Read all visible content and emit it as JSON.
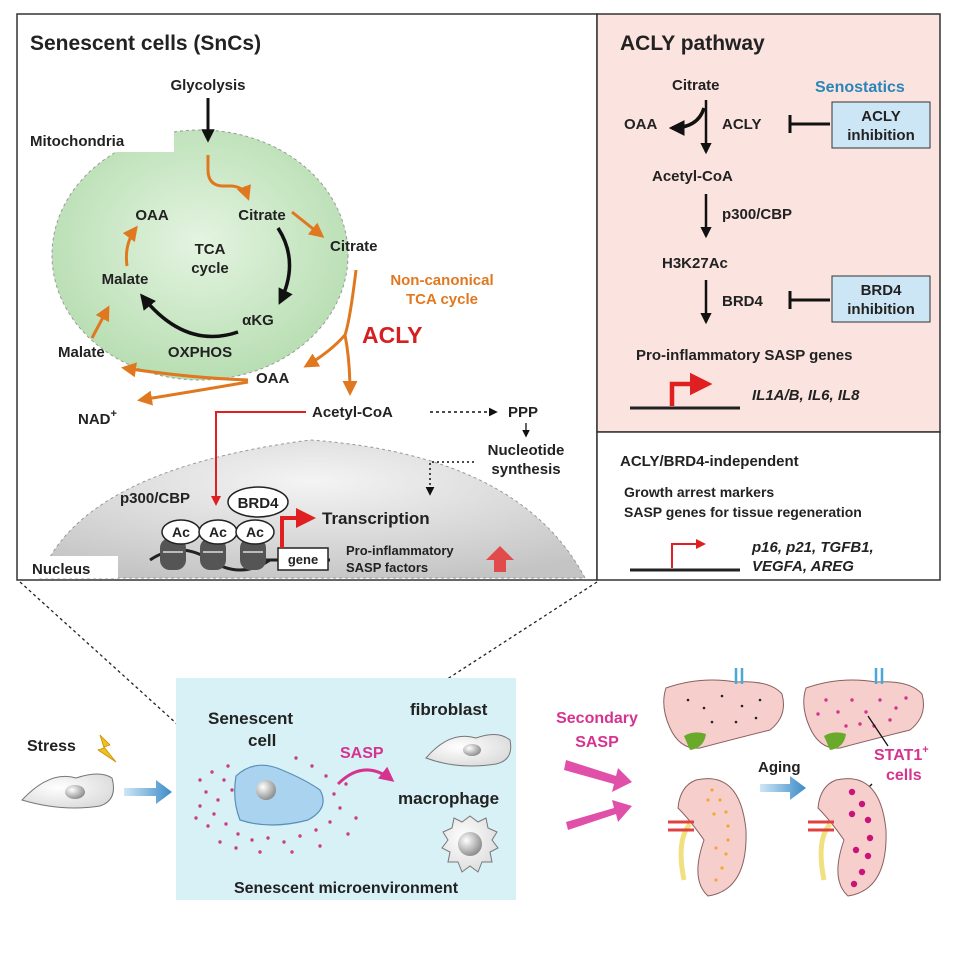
{
  "left_panel": {
    "title": "Senescent cells (SnCs)",
    "glycolysis": "Glycolysis",
    "mitochondria": "Mitochondria",
    "oaa_in": "OAA",
    "citrate_in": "Citrate",
    "tca": [
      "TCA",
      "cycle"
    ],
    "malate_in": "Malate",
    "akg": "αKG",
    "oxphos": "OXPHOS",
    "citrate_out": "Citrate",
    "noncanonical": [
      "Non-canonical",
      "TCA cycle"
    ],
    "acly": "ACLY",
    "malate_out": "Malate",
    "oaa_out": "OAA",
    "nad": "NAD",
    "nad_sup": "+",
    "acetyl_coa": "Acetyl-CoA",
    "ppp": "PPP",
    "nucleotide": [
      "Nucleotide",
      "synthesis"
    ],
    "p300": "p300/CBP",
    "brd4": "BRD4",
    "ac": "Ac",
    "transcription": "Transcription",
    "gene": "gene",
    "sasp_factors": [
      "Pro-inflammatory",
      "SASP factors"
    ],
    "nucleus": "Nucleus"
  },
  "acly_panel": {
    "title": "ACLY pathway",
    "citrate": "Citrate",
    "senostatics": "Senostatics",
    "oaa": "OAA",
    "acly": "ACLY",
    "acly_inhibition": [
      "ACLY",
      "inhibition"
    ],
    "acetyl_coa": "Acetyl-CoA",
    "p300": "p300/CBP",
    "h3k27ac": "H3K27Ac",
    "brd4": "BRD4",
    "brd4_inhibition": [
      "BRD4",
      "inhibition"
    ],
    "sasp_genes": "Pro-inflammatory SASP genes",
    "genes": "IL1A/B, IL6, IL8"
  },
  "independent_panel": {
    "title": "ACLY/BRD4-independent",
    "line1": "Growth arrest markers",
    "line2": "SASP genes for tissue regeneration",
    "genes": [
      "p16, p21, TGFB1,",
      "VEGFA, AREG"
    ]
  },
  "bottom": {
    "stress": "Stress",
    "senescent_cell": [
      "Senescent",
      "cell"
    ],
    "sasp": "SASP",
    "fibroblast": "fibroblast",
    "macrophage": "macrophage",
    "microenvironment": "Senescent microenvironment",
    "secondary_sasp": [
      "Secondary",
      "SASP"
    ],
    "aging": "Aging",
    "stat1": "STAT1",
    "stat1_sup": "+",
    "cells": "cells"
  },
  "colors": {
    "orange": "#e07820",
    "red": "#e02020",
    "magenta": "#d6338f",
    "green_fill": "#c8e8c4",
    "pink_panel": "#fbe3df",
    "blue_box": "#cde6f6",
    "cyan_env": "#d8f1f6",
    "senostatics_blue": "#2a86b8"
  }
}
